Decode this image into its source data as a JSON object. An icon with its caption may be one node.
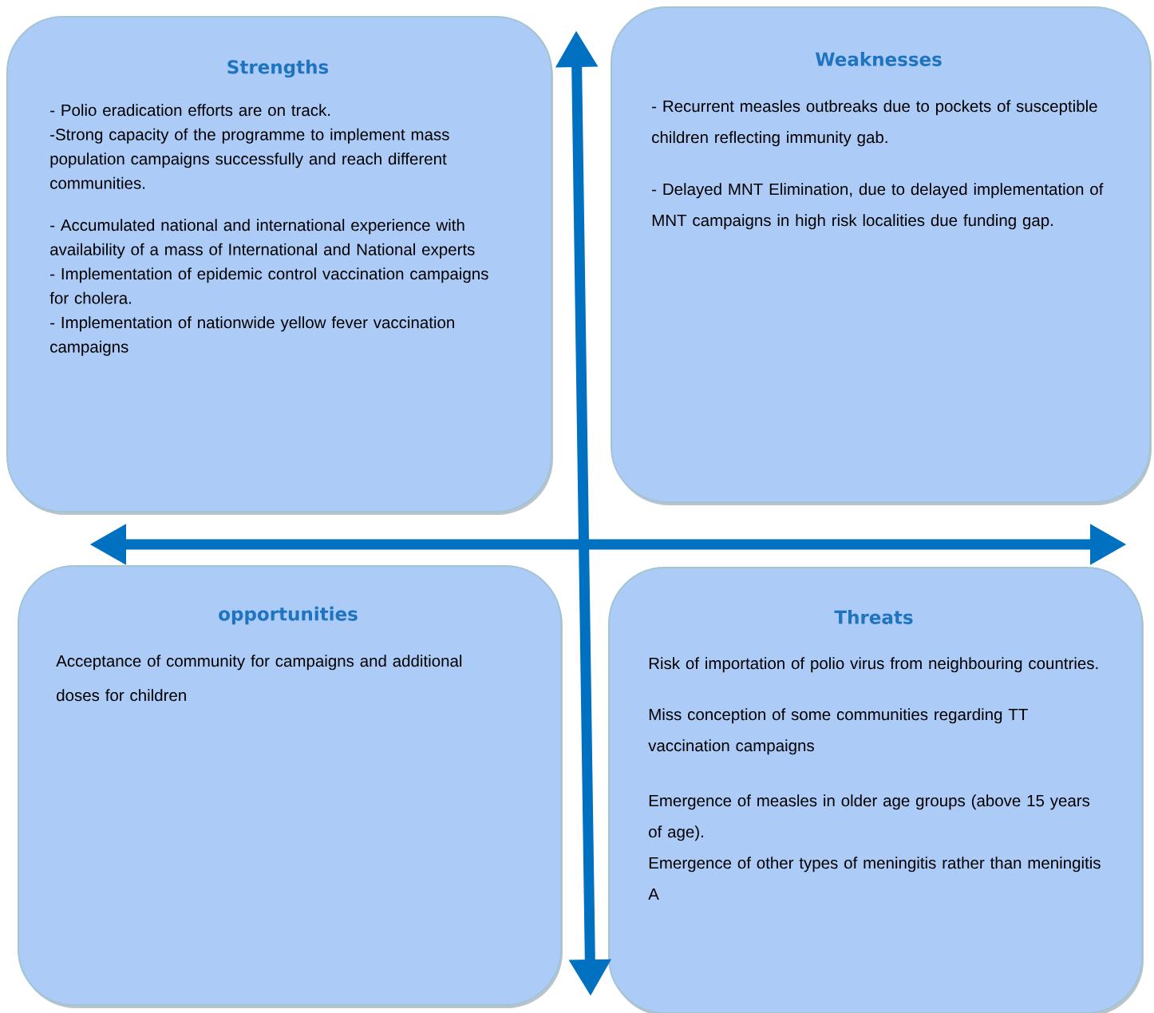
{
  "diagram": {
    "nodes": [
      {
        "text": [
          "Strengths",
          "- Polio eradication efforts are on track.",
          "-Strong capacity of the programme to implement mass population campaigns successfully and reach different communities.",
          "- Accumulated national and international experience with availability of a mass of International and National experts",
          "- Implementation of epidemic control vaccination campaigns for cholera.",
          "- Implementation of nationwide yellow fever vaccination campaigns"
        ]
      },
      {
        "text": [
          "Weaknesses",
          "- Recurrent measles outbreaks due to pockets of susceptible children reflecting immunity gab.",
          "- Delayed MNT Elimination, due to delayed implementation of MNT campaigns in high risk localities due funding gap."
        ]
      },
      {
        "text": [
          "opportunities",
          "Acceptance of community for campaigns and additional doses for children"
        ]
      },
      {
        "text": [
          "Threats",
          "Risk of importation of polio virus from neighbouring countries.",
          "Miss conception of some communities regarding TT vaccination campaigns",
          "Emergence of measles in older age groups (above 15 years of age).",
          "Emergence of other types of meningitis rather than meningitis A"
        ]
      }
    ]
  }
}
